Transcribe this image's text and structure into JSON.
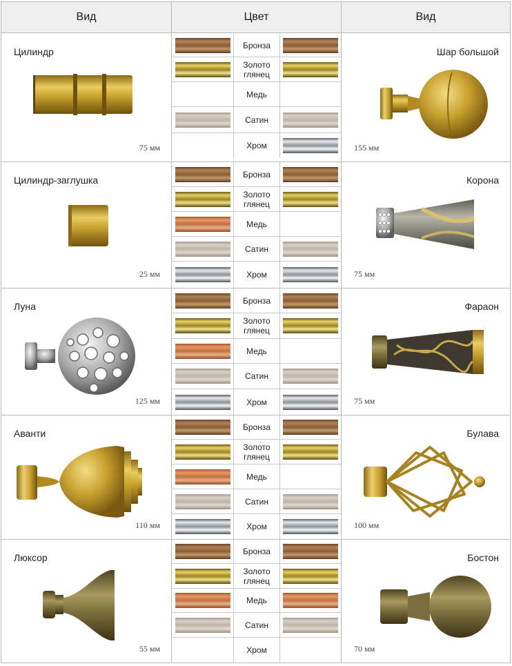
{
  "header": {
    "col_left": "Вид",
    "col_mid": "Цвет",
    "col_right": "Вид"
  },
  "swatch_colors": {
    "bronze": [
      "#6b4423",
      "#b0835a",
      "#8a5c35",
      "#c49a6c",
      "#5e3a1e"
    ],
    "gold": [
      "#6e5a12",
      "#e8d26a",
      "#9c8420",
      "#f2e28e",
      "#5c4a0c"
    ],
    "copper": [
      "#a9552a",
      "#e59a6a",
      "#c0703f",
      "#eab08a",
      "#9a4a22"
    ],
    "satin": [
      "#a89c90",
      "#d8cfc5",
      "#beb3a8",
      "#e0d8cf",
      "#9c9085"
    ],
    "chrome": [
      "#5c6066",
      "#e8eaec",
      "#8c9096",
      "#f4f5f6",
      "#4e5258"
    ]
  },
  "rows": [
    {
      "left": {
        "name": "Цилиндр",
        "size": "75 мм",
        "icon": "cylinder-finial-icon"
      },
      "right": {
        "name": "Шар большой",
        "size": "155 мм",
        "icon": "large-ball-finial-icon"
      },
      "colors": [
        {
          "label": "Бронза",
          "left": "bronze",
          "right": "bronze"
        },
        {
          "label": "Золото глянец",
          "left": "gold",
          "right": "gold"
        },
        {
          "label": "Медь",
          "left": "",
          "right": ""
        },
        {
          "label": "Сатин",
          "left": "satin",
          "right": "satin"
        },
        {
          "label": "Хром",
          "left": "",
          "right": "chrome"
        }
      ]
    },
    {
      "left": {
        "name": "Цилиндр-заглушка",
        "size": "25 мм",
        "icon": "cylinder-cap-icon"
      },
      "right": {
        "name": "Корона",
        "size": "75 мм",
        "icon": "crown-finial-icon"
      },
      "colors": [
        {
          "label": "Бронза",
          "left": "bronze",
          "right": "bronze"
        },
        {
          "label": "Золото глянец",
          "left": "gold",
          "right": "gold"
        },
        {
          "label": "Медь",
          "left": "copper",
          "right": ""
        },
        {
          "label": "Сатин",
          "left": "satin",
          "right": "satin"
        },
        {
          "label": "Хром",
          "left": "chrome",
          "right": "chrome"
        }
      ]
    },
    {
      "left": {
        "name": "Луна",
        "size": "125 мм",
        "icon": "openwork-ball-finial-icon"
      },
      "right": {
        "name": "Фараон",
        "size": "75 мм",
        "icon": "pharaoh-finial-icon"
      },
      "colors": [
        {
          "label": "Бронза",
          "left": "bronze",
          "right": "bronze"
        },
        {
          "label": "Золото глянец",
          "left": "gold",
          "right": "gold"
        },
        {
          "label": "Медь",
          "left": "copper",
          "right": ""
        },
        {
          "label": "Сатин",
          "left": "satin",
          "right": "satin"
        },
        {
          "label": "Хром",
          "left": "chrome",
          "right": "chrome"
        }
      ]
    },
    {
      "left": {
        "name": "Аванти",
        "size": "110 мм",
        "icon": "avanti-finial-icon"
      },
      "right": {
        "name": "Булава",
        "size": "100 мм",
        "icon": "mace-finial-icon"
      },
      "colors": [
        {
          "label": "Бронза",
          "left": "bronze",
          "right": "bronze"
        },
        {
          "label": "Золото глянец",
          "left": "gold",
          "right": "gold"
        },
        {
          "label": "Медь",
          "left": "copper",
          "right": ""
        },
        {
          "label": "Сатин",
          "left": "satin",
          "right": "satin"
        },
        {
          "label": "Хром",
          "left": "chrome",
          "right": "chrome"
        }
      ]
    },
    {
      "left": {
        "name": "Люксор",
        "size": "55 мм",
        "icon": "luxor-finial-icon"
      },
      "right": {
        "name": "Бостон",
        "size": "70 мм",
        "icon": "boston-finial-icon"
      },
      "colors": [
        {
          "label": "Бронза",
          "left": "bronze",
          "right": "bronze"
        },
        {
          "label": "Золото глянец",
          "left": "gold",
          "right": "gold"
        },
        {
          "label": "Медь",
          "left": "copper",
          "right": "copper"
        },
        {
          "label": "Сатин",
          "left": "satin",
          "right": "satin"
        },
        {
          "label": "Хром",
          "left": "",
          "right": ""
        }
      ]
    }
  ]
}
